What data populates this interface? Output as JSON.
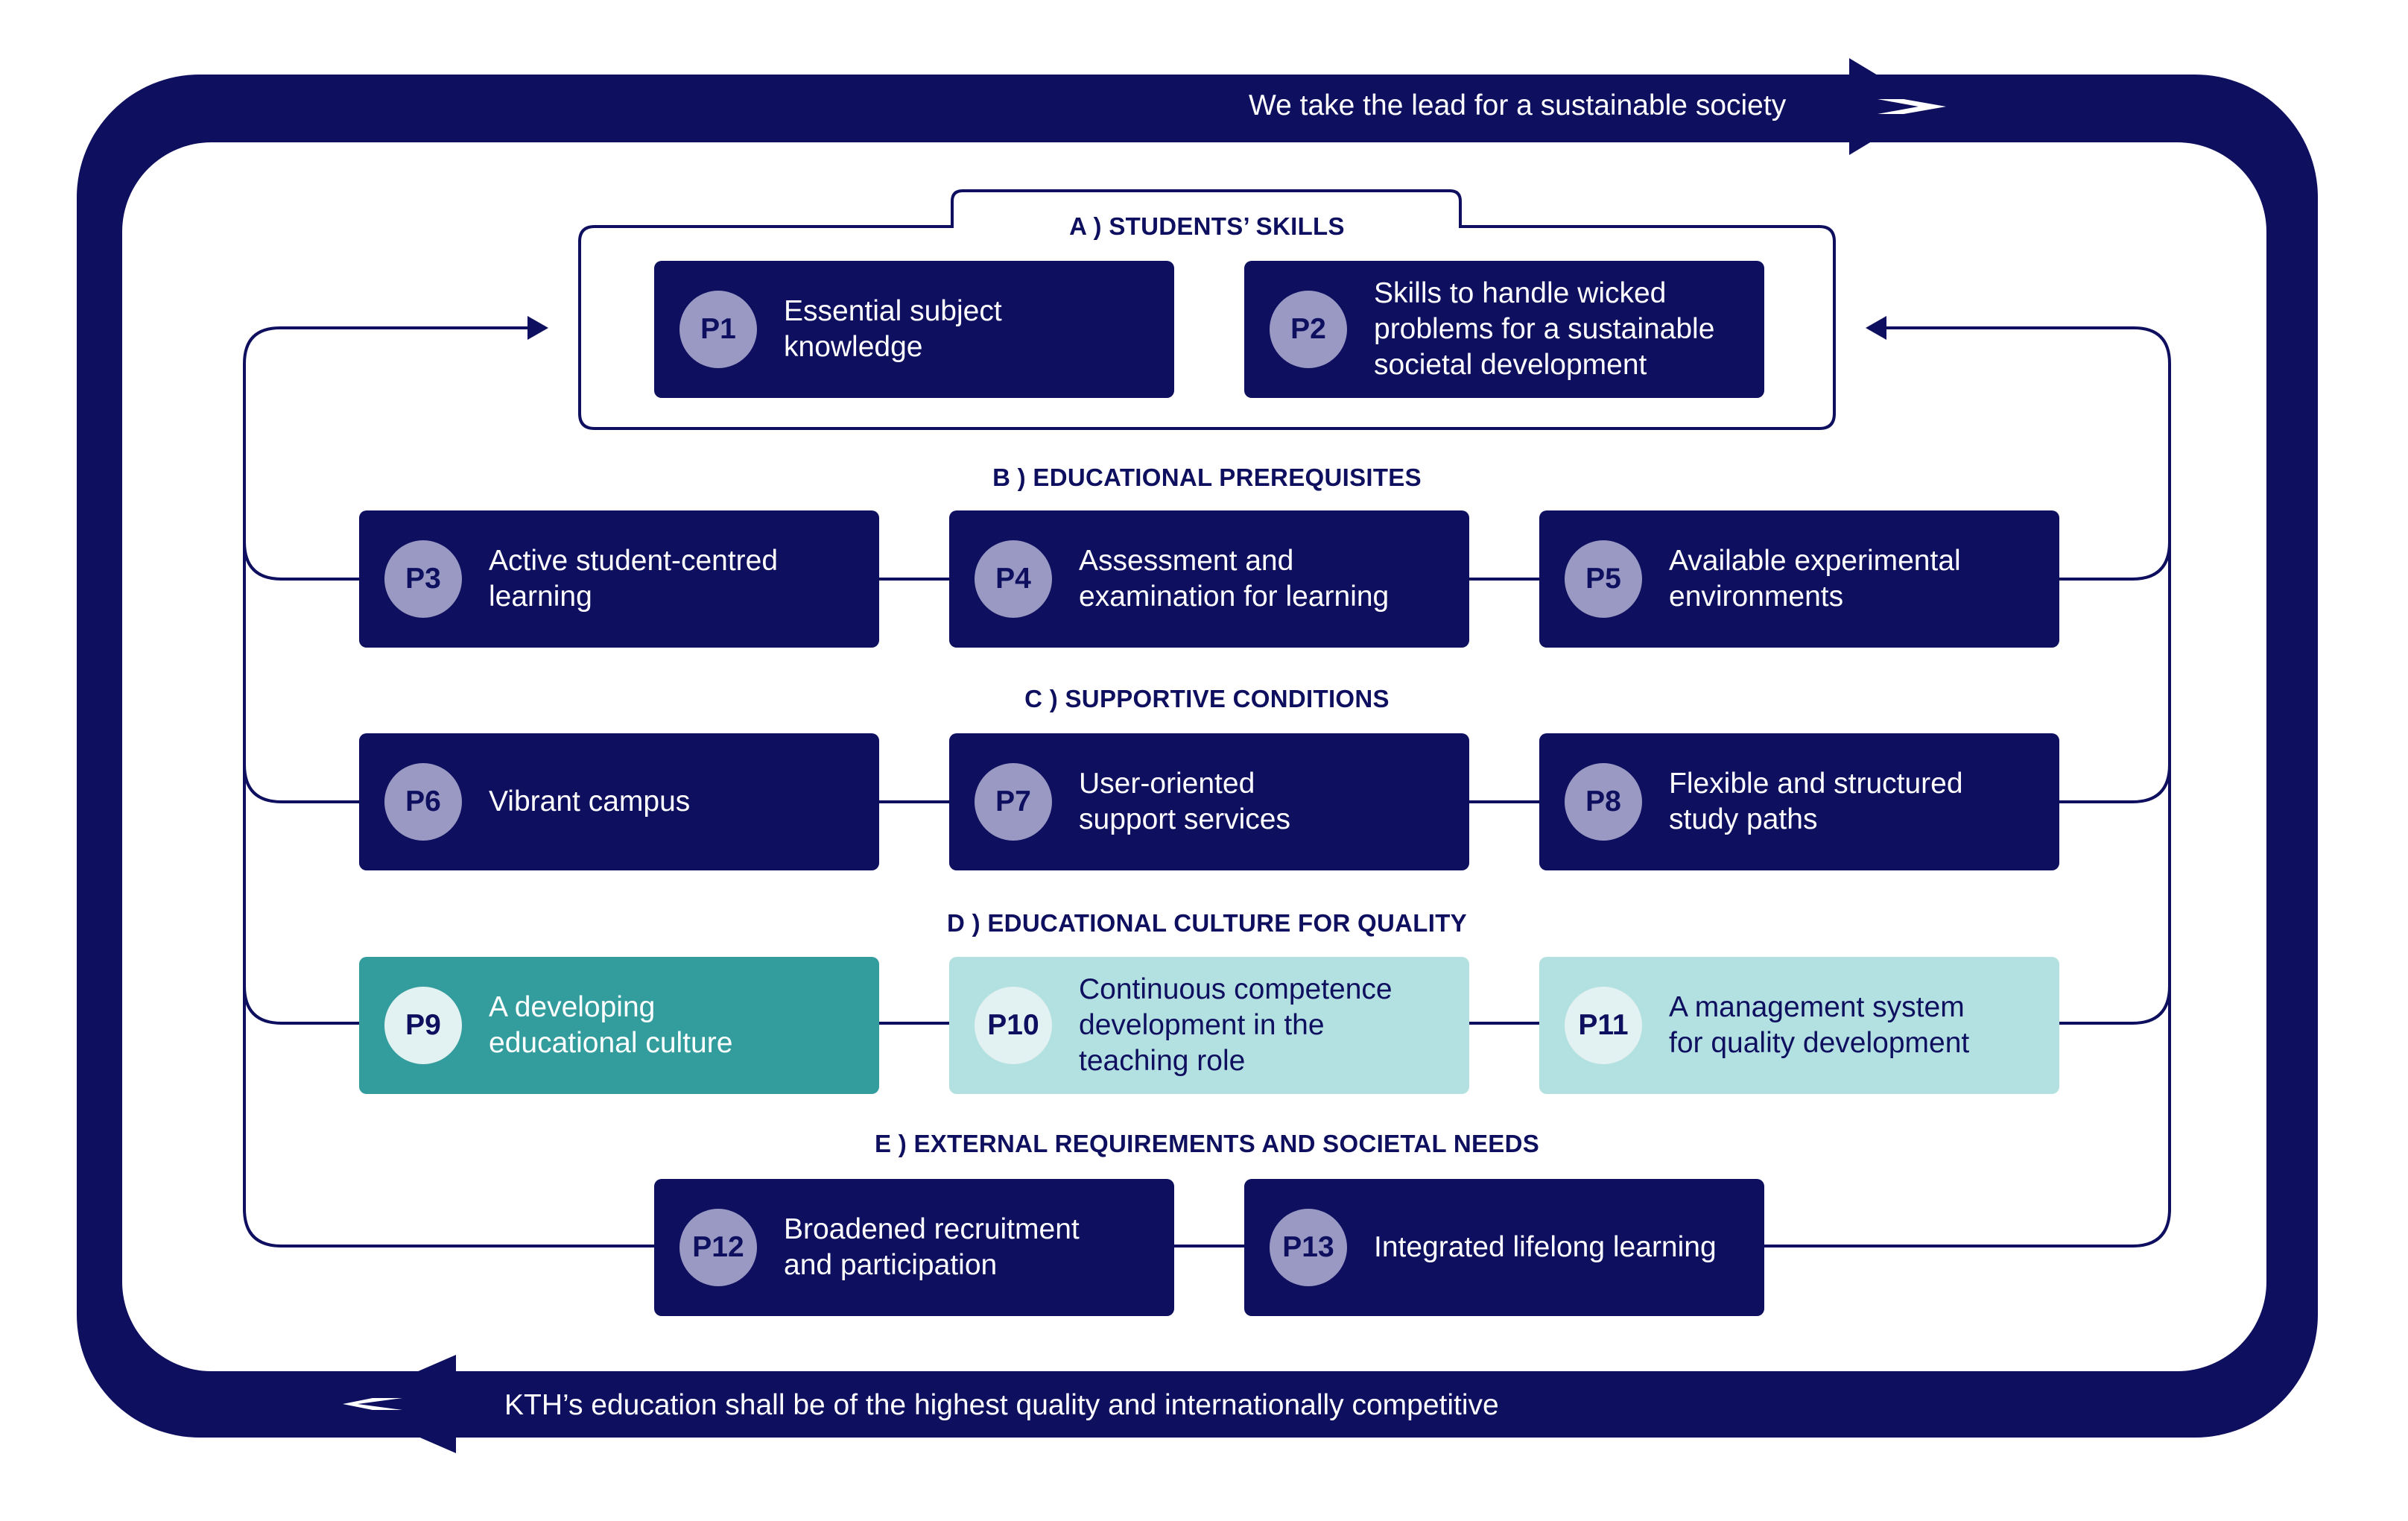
{
  "top_banner": "We take the lead for a sustainable society",
  "bottom_banner": "KTH’s education shall be of the highest quality and internationally competitive",
  "sections": {
    "a": "A )  STUDENTS’ SKILLS",
    "b": "B )  EDUCATIONAL PREREQUISITES",
    "c": "C )  SUPPORTIVE CONDITIONS",
    "d": "D )  EDUCATIONAL CULTURE FOR QUALITY",
    "e": "E )  EXTERNAL REQUIREMENTS AND SOCIETAL NEEDS"
  },
  "cards": [
    {
      "code": "P1",
      "text": "Essential subject\nknowledge"
    },
    {
      "code": "P2",
      "text": "Skills to handle wicked\nproblems for a sustainable\nsocietal development"
    },
    {
      "code": "P3",
      "text": "Active student-centred\nlearning"
    },
    {
      "code": "P4",
      "text": "Assessment and\nexamination for learning"
    },
    {
      "code": "P5",
      "text": "Available experimental\nenvironments"
    },
    {
      "code": "P6",
      "text": "Vibrant campus"
    },
    {
      "code": "P7",
      "text": "User-oriented\nsupport services"
    },
    {
      "code": "P8",
      "text": "Flexible and structured\nstudy paths"
    },
    {
      "code": "P9",
      "text": "A developing\neducational culture"
    },
    {
      "code": "P10",
      "text": "Continuous competence\ndevelopment in the\nteaching role"
    },
    {
      "code": "P11",
      "text": "A management system\nfor quality development"
    },
    {
      "code": "P12",
      "text": "Broadened recruitment\nand participation"
    },
    {
      "code": "P13",
      "text": "Integrated lifelong learning"
    }
  ],
  "colors": {
    "navy": "#0e0f5f",
    "badge_lavender": "#9999c4",
    "teal": "#339d9d",
    "light_teal": "#b3e0e0",
    "badge_light": "#e2f1f1"
  }
}
